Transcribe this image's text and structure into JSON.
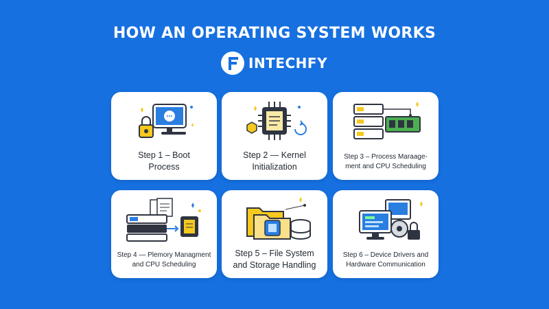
{
  "title": "HOW AN OPERATING SYSTEM WORKS",
  "brand": {
    "name": "INTECHFY",
    "icon": "fintechfy-logo-icon"
  },
  "colors": {
    "background": "#1670e0",
    "card": "#ffffff",
    "accent_yellow": "#f5c91d",
    "accent_blue": "#2a7ee0",
    "outline": "#2e3440"
  },
  "steps": [
    {
      "line1": "Step 1 – Boot",
      "line2": "Process",
      "icon": "computer-lock-icon"
    },
    {
      "line1": "Step 2 — Kernel",
      "line2": "Initialization",
      "icon": "cpu-chip-icon"
    },
    {
      "line1": "Step 3 – Process Maraage-",
      "line2": "ment and CPU Scheduling",
      "icon": "server-memory-icon"
    },
    {
      "line1": "Step 4 — Plemory Managment",
      "line2": "and CPU Scheduling",
      "icon": "files-server-chip-icon"
    },
    {
      "line1": "Step 5 – File System",
      "line2": "and Storage Handling",
      "icon": "folder-storage-icon"
    },
    {
      "line1": "Step 6 – Device Drivers and",
      "line2": "Hardware Communication",
      "icon": "devices-gear-icon"
    }
  ]
}
